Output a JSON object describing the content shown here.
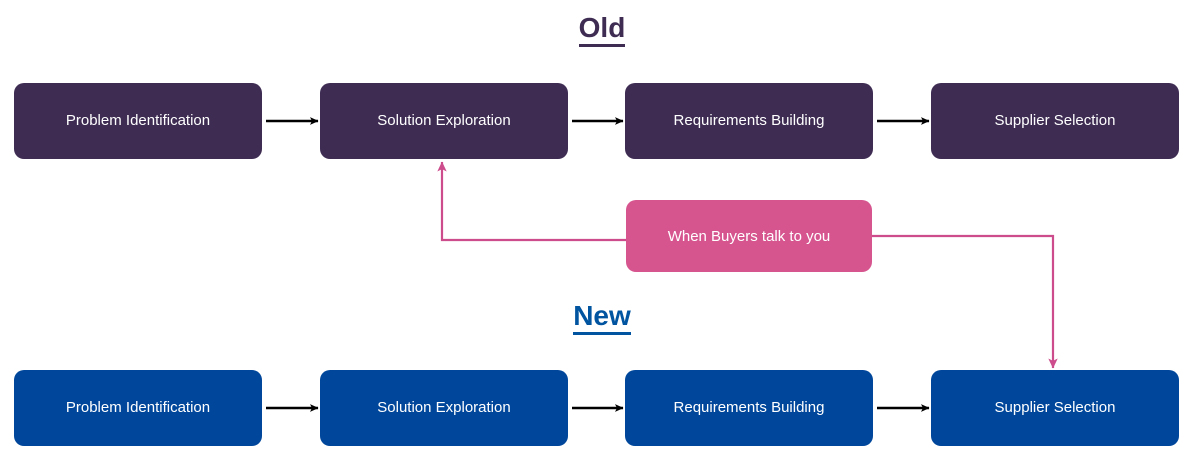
{
  "diagram": {
    "sections": [
      {
        "id": "old",
        "title": "Old",
        "color": "#3e2c53",
        "box_color": "#3e2c53",
        "steps": [
          {
            "label": "Problem Identification"
          },
          {
            "label": "Solution Exploration"
          },
          {
            "label": "Requirements Building"
          },
          {
            "label": "Supplier Selection"
          }
        ]
      },
      {
        "id": "new",
        "title": "New",
        "color": "#0054a0",
        "box_color": "#00479b",
        "steps": [
          {
            "label": "Problem Identification"
          },
          {
            "label": "Solution Exploration"
          },
          {
            "label": "Requirements Building"
          },
          {
            "label": "Supplier Selection"
          }
        ]
      }
    ],
    "callout": {
      "label": "When Buyers talk to you",
      "color": "#d6558f"
    },
    "connector_colors": {
      "step_arrow": "#000000",
      "callout_arrow": "#cc4c8c"
    }
  }
}
